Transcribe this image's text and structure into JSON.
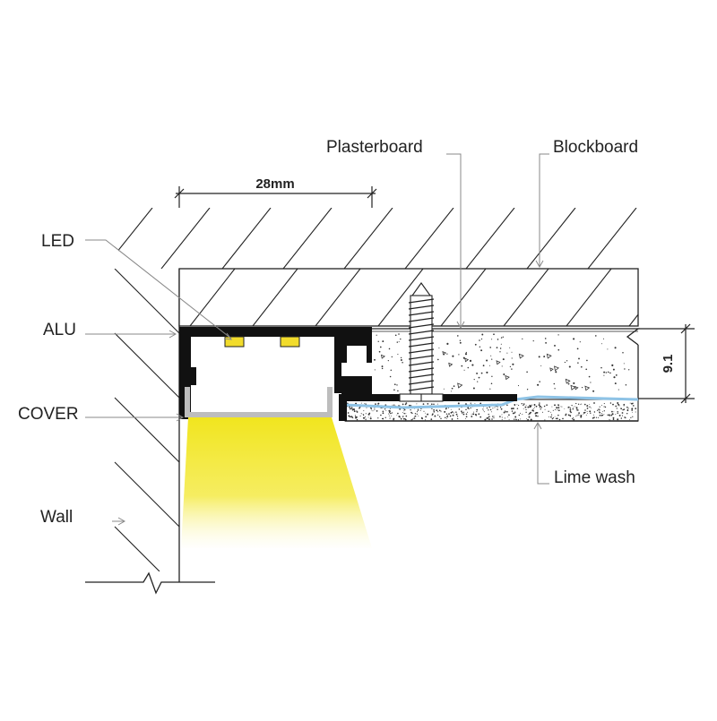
{
  "labels": {
    "plasterboard": "Plasterboard",
    "blockboard": "Blockboard",
    "led": "LED",
    "alu": "ALU",
    "cover": "COVER",
    "wall": "Wall",
    "lime_wash": "Lime wash"
  },
  "dimensions": {
    "width": "28mm",
    "height": "9.1"
  },
  "colors": {
    "line": "#222222",
    "leader": "#888888",
    "led": "#f2dc2c",
    "light_beam": "#f4e838",
    "cover": "#bdbdbd",
    "lime_wash": "#8ec3e6",
    "profile": "#111111"
  }
}
